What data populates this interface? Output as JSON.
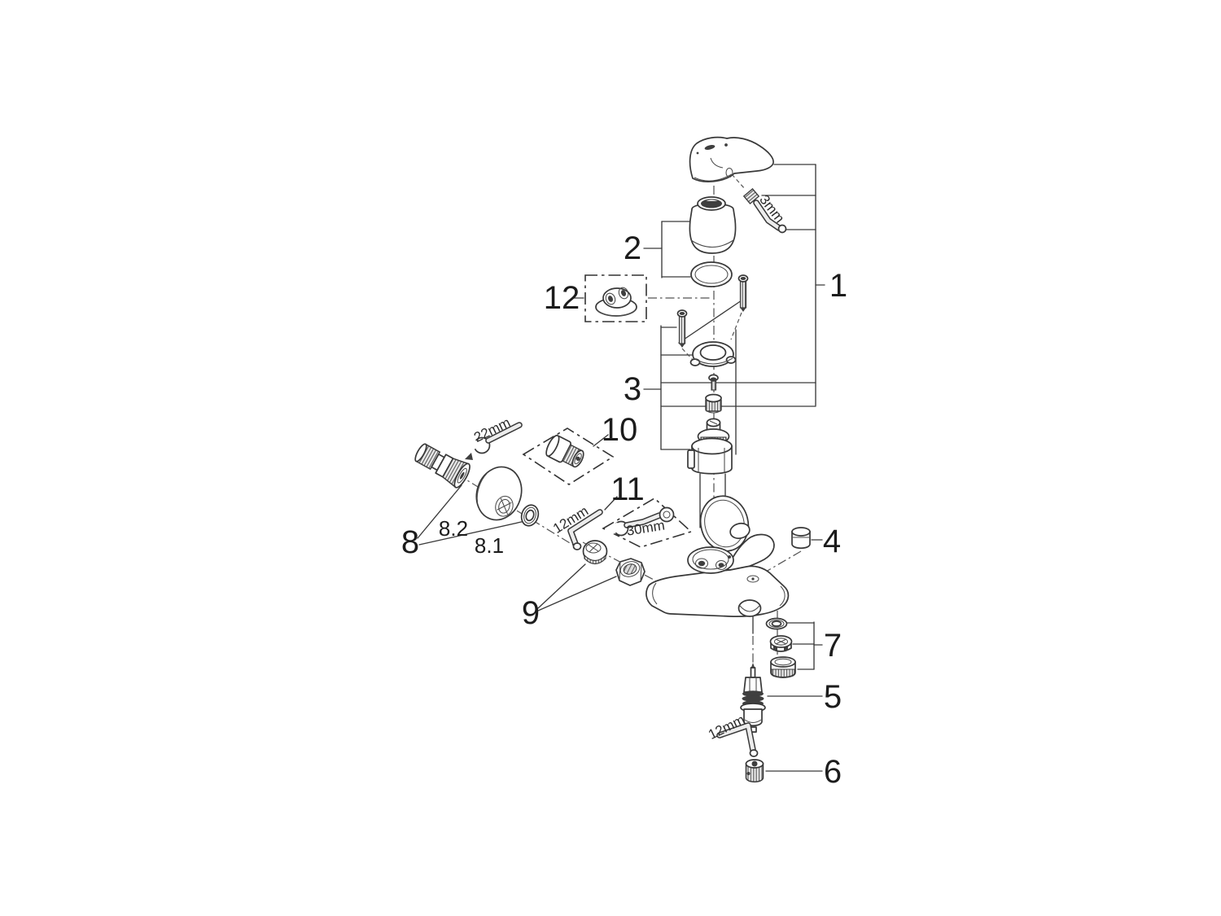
{
  "figure": {
    "type": "exploded-parts-diagram",
    "subject": "single-lever bath/shower mixer faucet spare parts",
    "background_color": "#ffffff",
    "line_color": "#3a3a3a",
    "text_color": "#1c1c1c"
  },
  "callouts": {
    "c1": "1",
    "c2": "2",
    "c3": "3",
    "c4": "4",
    "c5": "5",
    "c6": "6",
    "c7": "7",
    "c8": "8",
    "c9": "9",
    "c10": "10",
    "c11": "11",
    "c12": "12",
    "c8_1": "8.1",
    "c8_2": "8.2"
  },
  "tool_labels": {
    "allen_3mm": "3mm",
    "wrench_22mm": "22mm",
    "allen_12mm_a": "12mm",
    "wrench_30mm": "30mm",
    "allen_12mm_b": "12mm"
  }
}
